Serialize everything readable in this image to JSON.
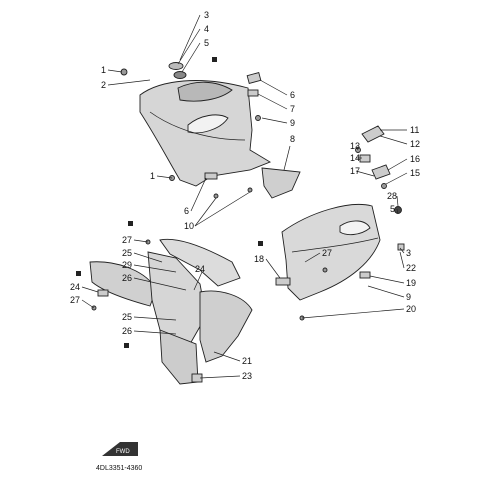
{
  "diagram": {
    "part_code": "4DL3351-4360",
    "front_badge": "FWD",
    "callouts": [
      {
        "id": "c3a",
        "text": "3"
      },
      {
        "id": "c4",
        "text": "4"
      },
      {
        "id": "c5a",
        "text": "5"
      },
      {
        "id": "c1a",
        "text": "1"
      },
      {
        "id": "c2",
        "text": "2"
      },
      {
        "id": "c6a",
        "text": "6"
      },
      {
        "id": "c7",
        "text": "7"
      },
      {
        "id": "c9a",
        "text": "9"
      },
      {
        "id": "c8",
        "text": "8"
      },
      {
        "id": "c11",
        "text": "11"
      },
      {
        "id": "c12",
        "text": "12"
      },
      {
        "id": "c13",
        "text": "13"
      },
      {
        "id": "c14",
        "text": "14"
      },
      {
        "id": "c16",
        "text": "16"
      },
      {
        "id": "c17",
        "text": "17"
      },
      {
        "id": "c15",
        "text": "15"
      },
      {
        "id": "c1b",
        "text": "1"
      },
      {
        "id": "c6b",
        "text": "6"
      },
      {
        "id": "c10",
        "text": "10"
      },
      {
        "id": "c28",
        "text": "28"
      },
      {
        "id": "c5b",
        "text": "5"
      },
      {
        "id": "c27a",
        "text": "27"
      },
      {
        "id": "c3b",
        "text": "3"
      },
      {
        "id": "c18",
        "text": "18"
      },
      {
        "id": "c22",
        "text": "22"
      },
      {
        "id": "c19",
        "text": "19"
      },
      {
        "id": "c9b",
        "text": "9"
      },
      {
        "id": "c20",
        "text": "20"
      },
      {
        "id": "c27b",
        "text": "27"
      },
      {
        "id": "c25a",
        "text": "25"
      },
      {
        "id": "c29",
        "text": "29"
      },
      {
        "id": "c26a",
        "text": "26"
      },
      {
        "id": "c24a",
        "text": "24"
      },
      {
        "id": "c24b",
        "text": "24"
      },
      {
        "id": "c27c",
        "text": "27"
      },
      {
        "id": "c25b",
        "text": "25"
      },
      {
        "id": "c26b",
        "text": "26"
      },
      {
        "id": "c21",
        "text": "21"
      },
      {
        "id": "c23",
        "text": "23"
      }
    ]
  }
}
